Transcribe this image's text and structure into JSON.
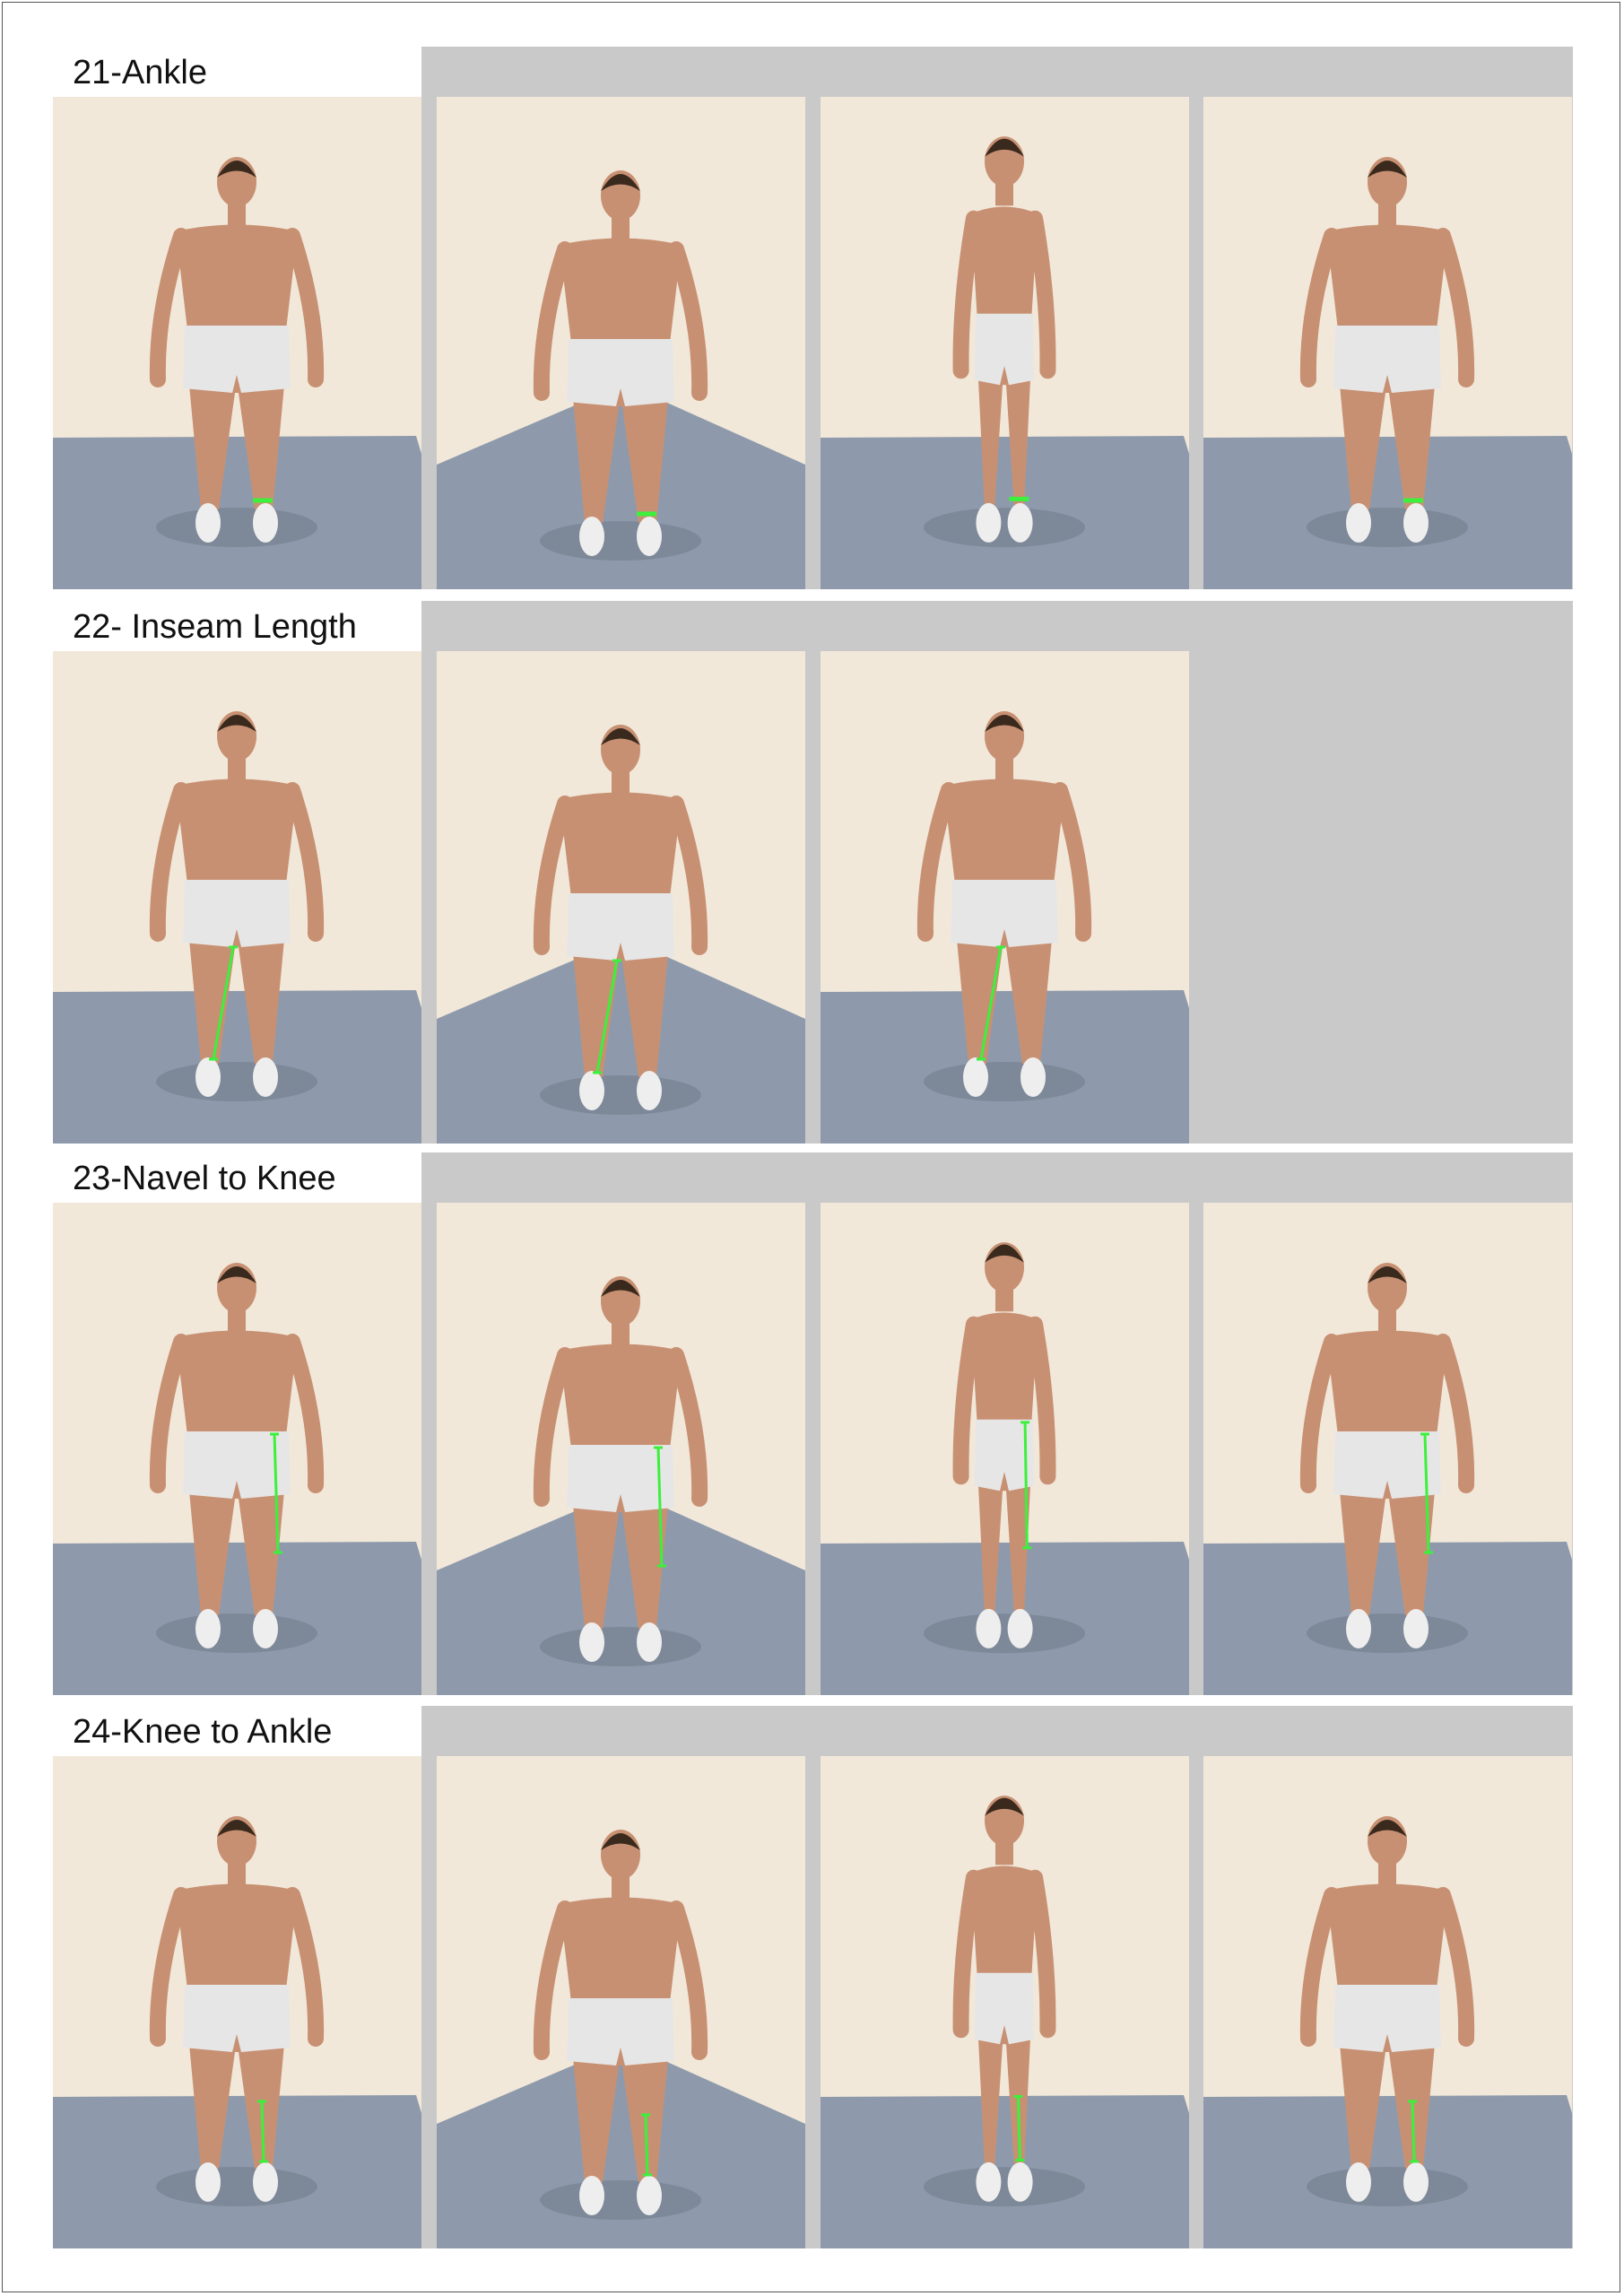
{
  "sections": [
    {
      "title": "21-Ankle",
      "measure": "ankle",
      "views": [
        "front",
        "three-quarter",
        "side",
        "back"
      ]
    },
    {
      "title": "22- Inseam Length",
      "measure": "inseam",
      "views": [
        "front",
        "three-quarter",
        "back"
      ]
    },
    {
      "title": "23-Navel to Knee",
      "measure": "navel-knee",
      "views": [
        "front",
        "three-quarter",
        "side",
        "back"
      ]
    },
    {
      "title": "24-Knee to Ankle",
      "measure": "knee-ankle",
      "views": [
        "front",
        "three-quarter",
        "side",
        "back"
      ]
    }
  ],
  "colors": {
    "background": "#f1e8da",
    "floor": "#8e9aab",
    "skin": "#c89072",
    "underwear": "#e6e6e6",
    "measure": "#3cf03c",
    "gap": "#c9c9c9"
  }
}
